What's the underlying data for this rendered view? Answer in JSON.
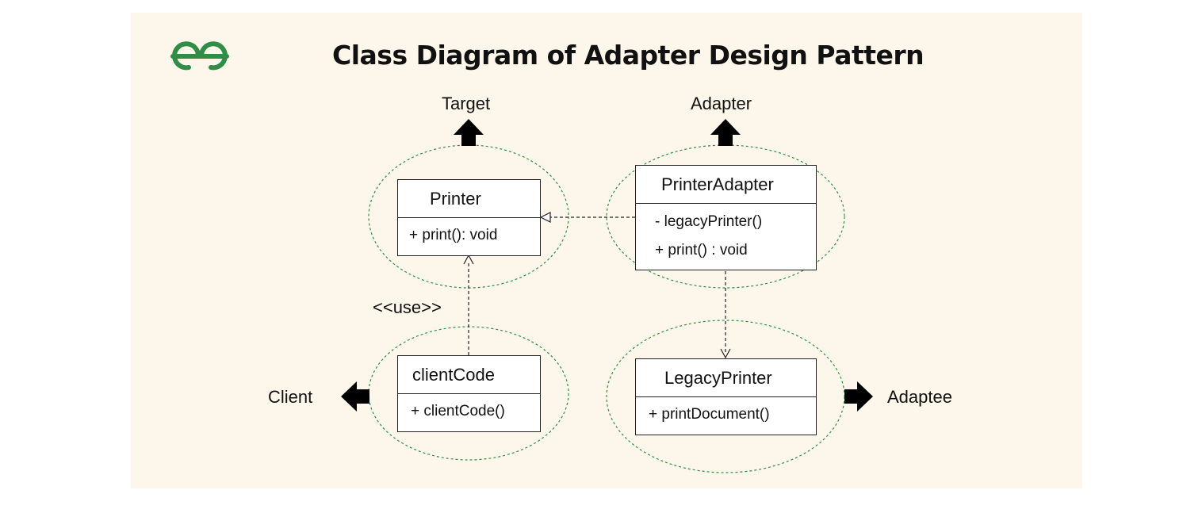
{
  "header": {
    "title": "Class Diagram of Adapter Design Pattern"
  },
  "colors": {
    "background": "#fcf7ea",
    "brand_green": "#2f8d46",
    "ellipse_stroke": "#2f8d46"
  },
  "roles": {
    "target": "Target",
    "adapter": "Adapter",
    "client": "Client",
    "adaptee": "Adaptee"
  },
  "classes": {
    "printer": {
      "name": "Printer",
      "members": [
        "+ print(): void"
      ]
    },
    "printer_adapter": {
      "name": "PrinterAdapter",
      "members": [
        "- legacyPrinter()",
        "+ print() : void"
      ]
    },
    "client_code": {
      "name": "clientCode",
      "members": [
        "+ clientCode()"
      ]
    },
    "legacy_printer": {
      "name": "LegacyPrinter",
      "members": [
        "+ printDocument()"
      ]
    }
  },
  "relations": {
    "use_stereotype": "<<use>>"
  },
  "icons": {
    "logo": "geeksforgeeks-logo",
    "role_arrow": "block-arrow-icon"
  }
}
